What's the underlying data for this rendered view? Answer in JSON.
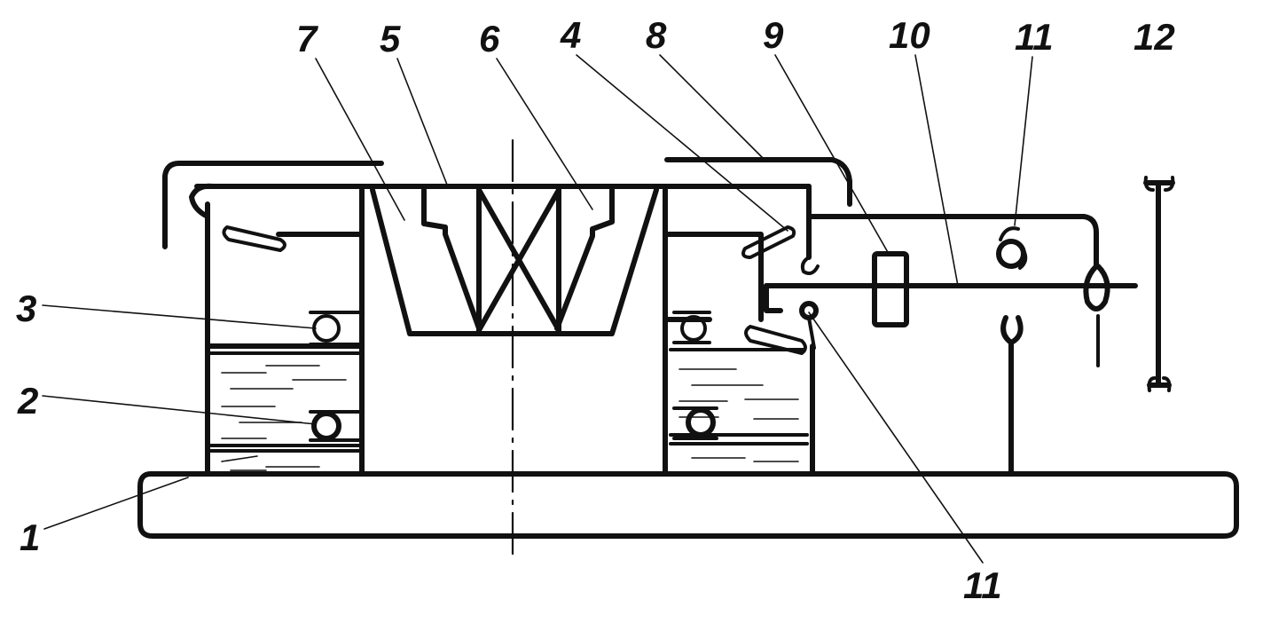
{
  "diagram": {
    "labels": {
      "l1": "1",
      "l2": "2",
      "l3": "3",
      "l4": "4",
      "l5": "5",
      "l6": "6",
      "l7": "7",
      "l8": "8",
      "l9": "9",
      "l10": "10",
      "l11_top": "11",
      "l11_bottom": "11",
      "l12": "12"
    },
    "ink_color": "#111111",
    "background": "#ffffff"
  }
}
